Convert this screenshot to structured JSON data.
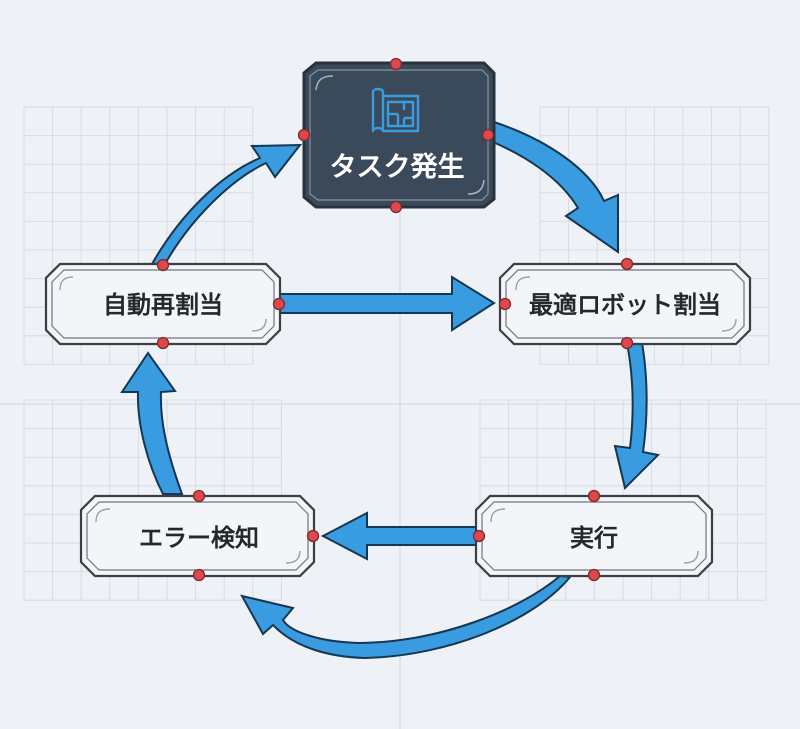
{
  "diagram": {
    "type": "cycle-flow",
    "colors": {
      "background": "#eef2f6",
      "grid": "#d6dce3",
      "arrow_fill": "#3a9ce0",
      "arrow_stroke": "#163652",
      "node_fill": "#f3f5f8",
      "node_border": "#3a3f45",
      "active_node_fill": "#3b4a5a",
      "active_node_border": "#28323d",
      "icon_color": "#3a9ce0",
      "connector_dot": "#e0474c"
    },
    "nodes": [
      {
        "id": "task",
        "label": "タスク発生",
        "icon": "blueprint-icon",
        "active": true
      },
      {
        "id": "assign",
        "label": "最適ロボット割当",
        "active": false
      },
      {
        "id": "execute",
        "label": "実行",
        "active": false
      },
      {
        "id": "error",
        "label": "エラー検知",
        "active": false
      },
      {
        "id": "reassign",
        "label": "自動再割当",
        "active": false
      }
    ],
    "edges": [
      {
        "from": "task",
        "to": "assign"
      },
      {
        "from": "assign",
        "to": "execute"
      },
      {
        "from": "execute",
        "to": "error"
      },
      {
        "from": "execute",
        "to": "error"
      },
      {
        "from": "error",
        "to": "reassign"
      },
      {
        "from": "reassign",
        "to": "task"
      },
      {
        "from": "reassign",
        "to": "assign"
      }
    ]
  }
}
